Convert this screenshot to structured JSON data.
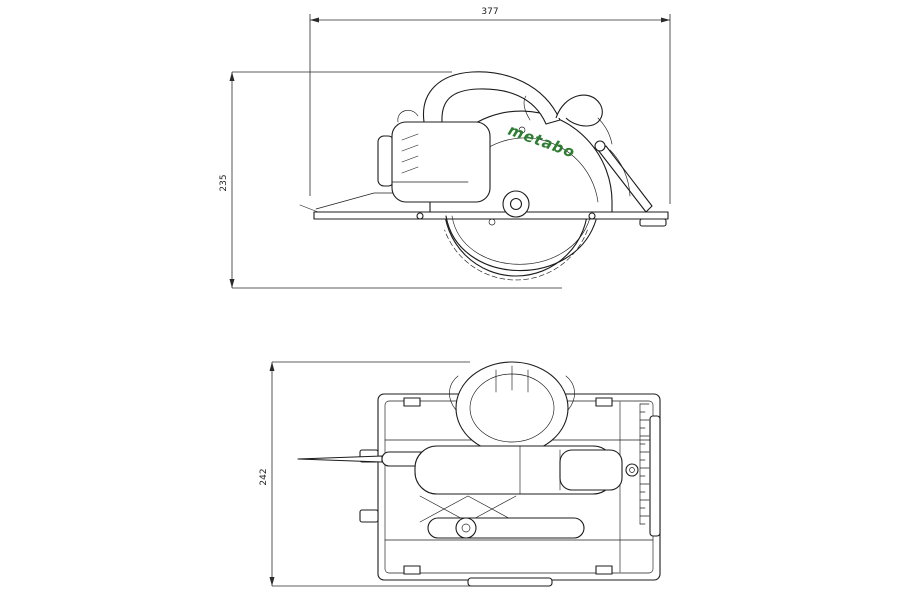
{
  "drawing": {
    "brand_label": "metabo",
    "dimensions": {
      "overall_length": "377",
      "overall_height": "235",
      "overall_width": "242"
    },
    "colors": {
      "line": "#1c1c1c",
      "dimension": "#2a2a2a",
      "brand_green": "#2e7d32",
      "background": "#ffffff"
    }
  }
}
